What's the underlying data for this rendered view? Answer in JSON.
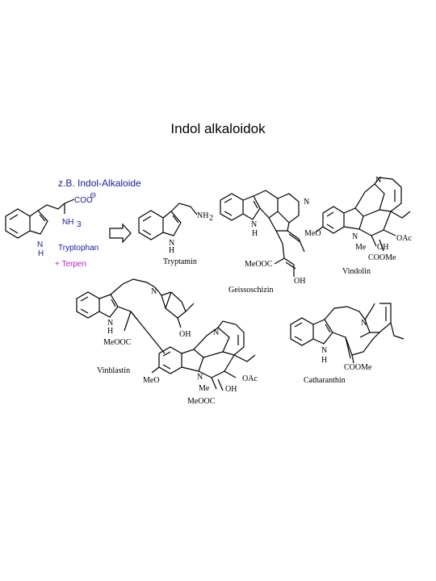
{
  "title": "Indol alkaloidok",
  "header_label": "z.B. Indol-Alkaloide",
  "tryptophan": {
    "coo": "COO",
    "charge": "⊖",
    "nh3": "NH",
    "nh3_sub": "3",
    "nh": "N",
    "h": "H",
    "name": "Tryptophan",
    "terpen": "+ Terpen"
  },
  "tryptamin": {
    "nh2": "NH",
    "nh2_sub": "2",
    "nh": "N",
    "h": "H",
    "name": "Tryptamin"
  },
  "geissoschizin": {
    "n1": "N",
    "h": "H",
    "n2": "N",
    "meooc": "MeOOC",
    "oh": "OH",
    "name": "Geissoschizin"
  },
  "vindolin": {
    "n1": "N",
    "meo": "MeO",
    "n2": "N",
    "me": "Me",
    "oh": "OH",
    "oac": "OAc",
    "coome": "COOMe",
    "name": "Vindolin"
  },
  "vinblastin": {
    "n_top": "N",
    "h": "H",
    "n_indole": "N",
    "oh": "OH",
    "meooc": "MeOOC",
    "n_mid": "N",
    "meo": "MeO",
    "n_low": "N",
    "me": "Me",
    "oh2": "OH",
    "oac": "OAc",
    "meooc2": "MeOOC",
    "name": "Vinblastin"
  },
  "catharanthin": {
    "n_top": "N",
    "n_indole": "N",
    "h": "H",
    "coome": "COOMe",
    "name": "Catharanthin"
  }
}
